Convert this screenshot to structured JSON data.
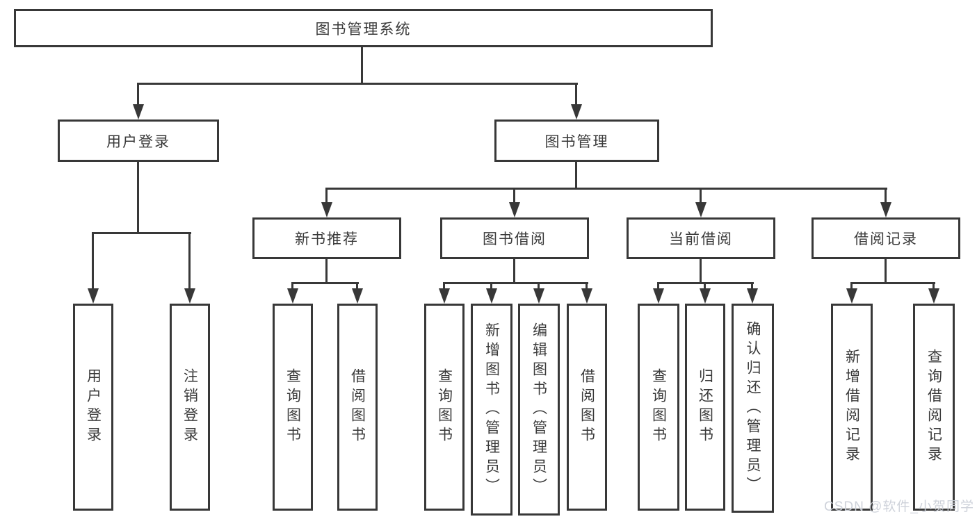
{
  "diagram": {
    "title": "图书管理系统",
    "nodes": {
      "root": "图书管理系统",
      "user_login": "用户登录",
      "book_mgmt": "图书管理",
      "new_book_rec": "新书推荐",
      "book_borrow": "图书借阅",
      "current_borrow": "当前借阅",
      "borrow_record": "借阅记录",
      "leaf_user_login": "用户登录",
      "leaf_logout": "注销登录",
      "leaf_nbr_query": "查询图书",
      "leaf_nbr_borrow": "借阅图书",
      "leaf_bb_query": "查询图书",
      "leaf_bb_add": "新增图书（管理员）",
      "leaf_bb_edit": "编辑图书（管理员）",
      "leaf_bb_borrow": "借阅图书",
      "leaf_cb_query": "查询图书",
      "leaf_cb_return": "归还图书",
      "leaf_cb_confirm": "确认归还（管理员）",
      "leaf_br_add": "新增借阅记录",
      "leaf_br_query": "查询借阅记录"
    },
    "hierarchy": {
      "图书管理系统": {
        "用户登录": [
          "用户登录",
          "注销登录"
        ],
        "图书管理": {
          "新书推荐": [
            "查询图书",
            "借阅图书"
          ],
          "图书借阅": [
            "查询图书",
            "新增图书（管理员）",
            "编辑图书（管理员）",
            "借阅图书"
          ],
          "当前借阅": [
            "查询图书",
            "归还图书",
            "确认归还（管理员）"
          ],
          "借阅记录": [
            "新增借阅记录",
            "查询借阅记录"
          ]
        }
      }
    },
    "colors": {
      "line": "#383838",
      "text": "#3a3a3a",
      "background": "#ffffff",
      "watermark": "#cbd0d8"
    }
  },
  "watermark": "CSDN @软件_小贺同学"
}
